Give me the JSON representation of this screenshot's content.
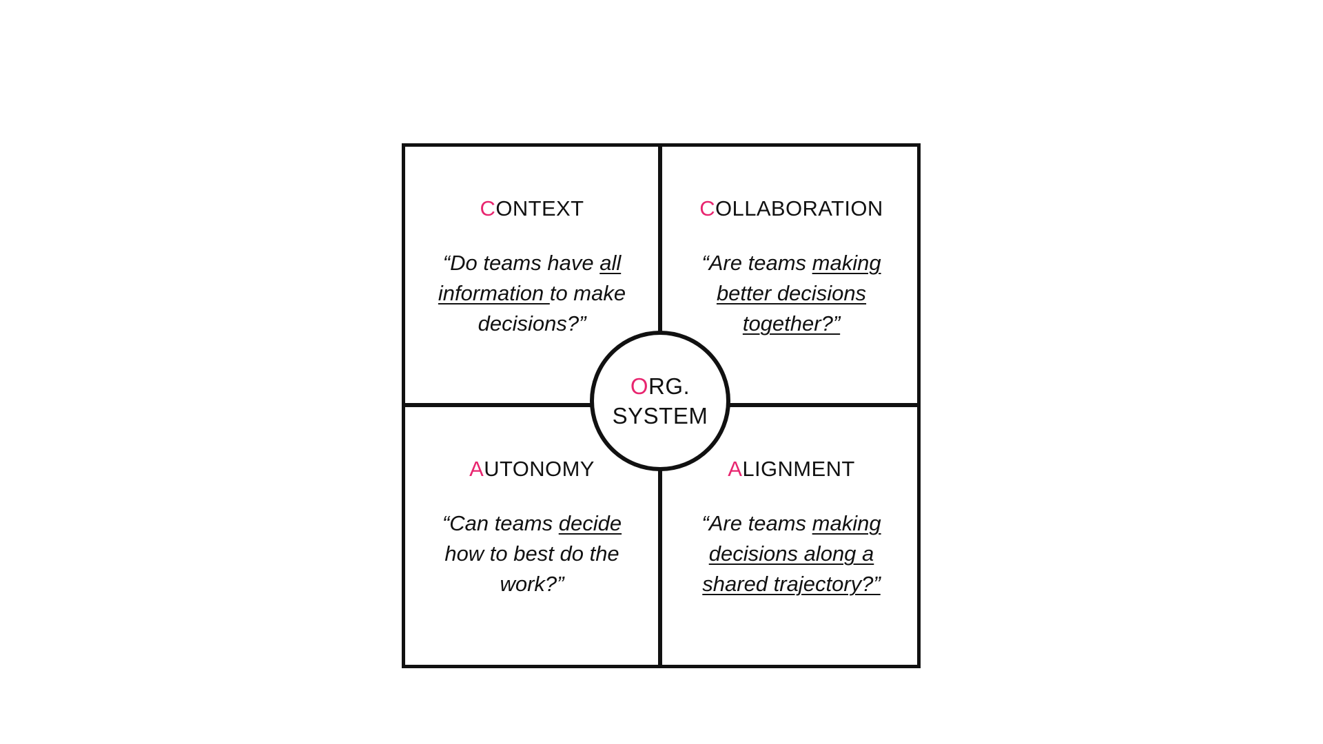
{
  "diagram": {
    "accent_color": "#E8256F",
    "line_color": "#111111",
    "background": "#ffffff",
    "center": {
      "label_full": "ORG. SYSTEM",
      "line1_accent": "O",
      "line1_rest": "RG.",
      "line2": "SYSTEM"
    },
    "quadrants": [
      {
        "position": "top-left",
        "title_accent": "C",
        "title_rest": "ONTEXT",
        "title_full": "CONTEXT",
        "quote_full": "“Do teams have all information to make decisions?”",
        "quote_parts": [
          {
            "text": "“Do teams have ",
            "underline": false
          },
          {
            "text": "all information ",
            "underline": true
          },
          {
            "text": "to make decisions?”",
            "underline": false
          }
        ]
      },
      {
        "position": "top-right",
        "title_accent": "C",
        "title_rest": "OLLABORATION",
        "title_full": "COLLABORATION",
        "quote_full": "“Are teams making better decisions together?”",
        "quote_parts": [
          {
            "text": "“Are teams ",
            "underline": false
          },
          {
            "text": "making better decisions together?”",
            "underline": true
          }
        ]
      },
      {
        "position": "bottom-left",
        "title_accent": "A",
        "title_rest": "UTONOMY",
        "title_full": "AUTONOMY",
        "quote_full": "“Can teams decide how to best do the work?”",
        "quote_parts": [
          {
            "text": "“Can teams ",
            "underline": false
          },
          {
            "text": "decide",
            "underline": true
          },
          {
            "text": " how to best do the work?”",
            "underline": false
          }
        ]
      },
      {
        "position": "bottom-right",
        "title_accent": "A",
        "title_rest": "LIGNMENT",
        "title_full": "ALIGNMENT",
        "quote_full": "“Are teams making decisions along a shared trajectory?”",
        "quote_parts": [
          {
            "text": "“Are teams ",
            "underline": false
          },
          {
            "text": "making decisions along a shared trajectory?”",
            "underline": true
          }
        ]
      }
    ]
  }
}
